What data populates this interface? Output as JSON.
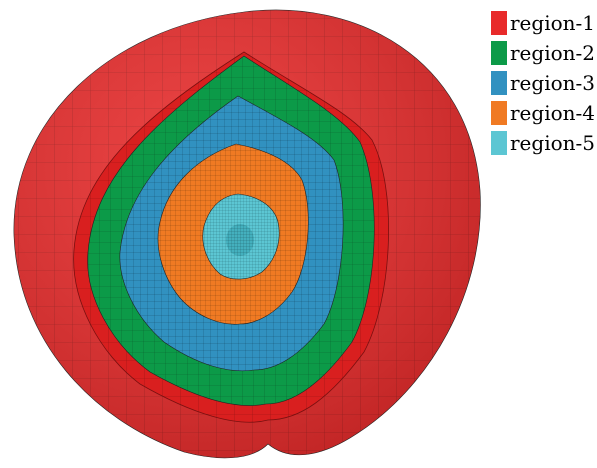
{
  "figure": {
    "regions": [
      {
        "label": "region-1",
        "color": "#e82a2a"
      },
      {
        "label": "region-2",
        "color": "#0c9a48"
      },
      {
        "label": "region-3",
        "color": "#3191c0"
      },
      {
        "label": "region-4",
        "color": "#f07a23"
      },
      {
        "label": "region-5",
        "color": "#5cc6d3"
      }
    ]
  }
}
